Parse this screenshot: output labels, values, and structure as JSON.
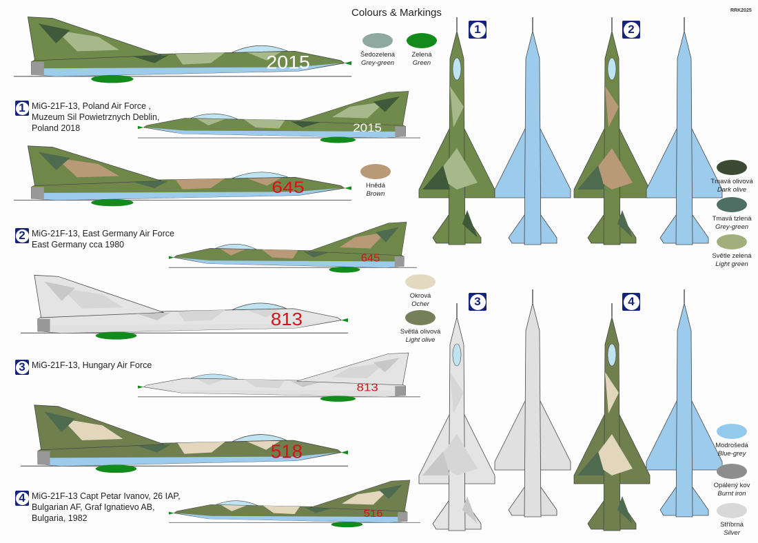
{
  "title": "Colours & Markings",
  "code": "RRK2025",
  "schemes": [
    {
      "number": "1",
      "caption": [
        "MiG-21F-13, Poland Air Force ,",
        "Muzeum Sil Powietrznych Deblin,",
        "Poland 2018"
      ],
      "serial": "2015",
      "camo": [
        "#6f8a4a",
        "#a7b98a",
        "#3f5a3a"
      ],
      "underside": "#9ccbec"
    },
    {
      "number": "2",
      "caption": [
        "MiG-21F-13, East Germany Air Force",
        "East Germany cca 1980"
      ],
      "serial": "645",
      "camo": [
        "#70874a",
        "#b89a78",
        "#4e6b4f"
      ],
      "underside": "#9ccbec"
    },
    {
      "number": "3",
      "caption": [
        "MiG-21F-13, Hungary Air Force"
      ],
      "serial": "813",
      "camo": [
        "#e4e4e4",
        "#d6d6d6",
        "#c8c8c8"
      ],
      "underside": "#e0e0e0"
    },
    {
      "number": "4",
      "caption": [
        "MiG-21F-13 Capt Petar Ivanov, 26 IAP,",
        "Bulgarian AF, Graf Ignatievo AB,",
        "Bulgaria, 1982"
      ],
      "serial": "518",
      "serial_small": "516",
      "camo": [
        "#6f7f4e",
        "#e2d7bd",
        "#4e6b4f"
      ],
      "underside": "#9ccbec"
    }
  ],
  "serial_color": "#d8121a",
  "colours": [
    {
      "cz": "Šedozelená",
      "en": "Grey-green",
      "hex": "#8fa9a0"
    },
    {
      "cz": "Zelená",
      "en": "Green",
      "hex": "#138a1c"
    },
    {
      "cz": "Hnědá",
      "en": "Brown",
      "hex": "#b89a78"
    },
    {
      "cz": "Okrová",
      "en": "Ocher",
      "hex": "#e4d9c1"
    },
    {
      "cz": "Světlá olivová",
      "en": "Light olive",
      "hex": "#75805a"
    },
    {
      "cz": "Tmavá olivová",
      "en": "Dark olive",
      "hex": "#3d4a33"
    },
    {
      "cz": "Tmavá tzlená",
      "en": "Grey-green",
      "hex": "#4f6e64"
    },
    {
      "cz": "Světle zelená",
      "en": "Light green",
      "hex": "#a2ae7b"
    },
    {
      "cz": "Modrošedá",
      "en": "Blue-grey",
      "hex": "#94c9ee"
    },
    {
      "cz": "Opálený kov",
      "en": "Burnt iron",
      "hex": "#8d8d8d"
    },
    {
      "cz": "Stříbrná",
      "en": "Silver",
      "hex": "#d8d8d8"
    }
  ]
}
